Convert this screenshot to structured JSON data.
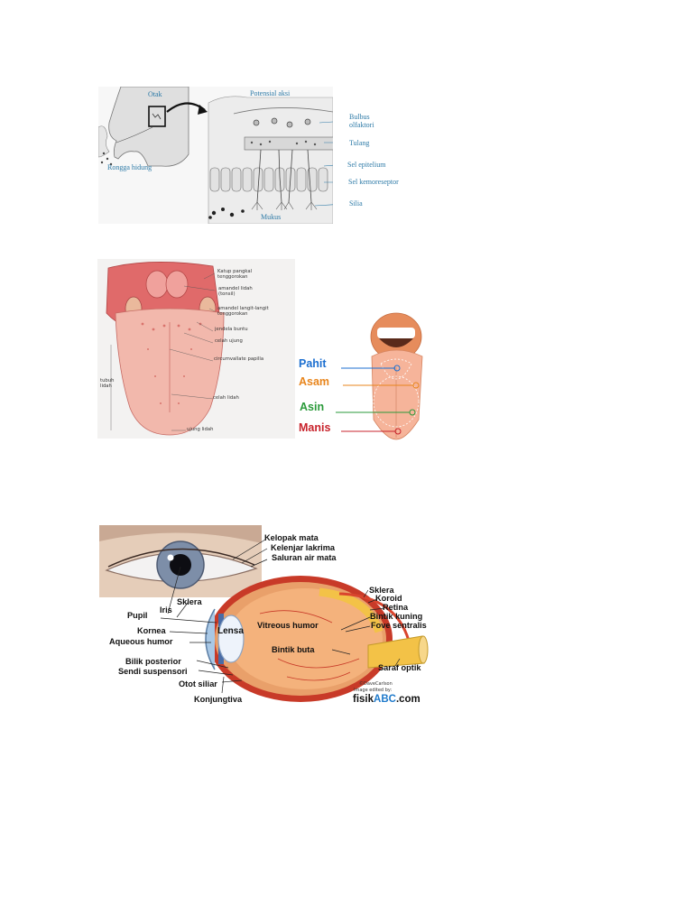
{
  "olfactory": {
    "labels": {
      "otak": "Otak",
      "potensial_aksi": "Potensial aksi",
      "bulbus": "Bulbus olfaktori",
      "tulang": "Tulang",
      "sel_epitelium": "Sel epitelium",
      "sel_kemoreseptor": "Sel kemoreseptor",
      "silia": "Silia",
      "mukus": "Mukus",
      "rongga_hidung": "Rongga hidung"
    }
  },
  "tongue_anatomy": {
    "labels": {
      "katup": "Katup pangkal tenggorokan",
      "amandel": "amandel lidah (tonsil)",
      "amandel_langit": "amandel langit-langit tenggorokan",
      "jendela_buntu": "jendela buntu",
      "celah_ujung": "celah ujung",
      "circumvallate": "circumvallate papilla",
      "tubuh_lidah": "tubuh lidah",
      "celah_lidah": "celah lidah",
      "ujung_lidah": "ujung lidah"
    }
  },
  "taste_zones": {
    "items": [
      {
        "label": "Pahit",
        "color": "#1c6fd0"
      },
      {
        "label": "Asam",
        "color": "#e8851c"
      },
      {
        "label": "Asin",
        "color": "#2a9a3a"
      },
      {
        "label": "Manis",
        "color": "#c8232c"
      }
    ]
  },
  "eye_anatomy": {
    "labels": {
      "kelopak_mata": "Kelopak mata",
      "kelenjar_lakrima": "Kelenjar lakrima",
      "saluran_air_mata": "Saluran air mata",
      "sklera_right": "Sklera",
      "koroid": "Koroid",
      "retina": "Retina",
      "bintik_kuning": "Bintik kuning",
      "fove_sentralis": "Fove sentralis",
      "sklera_left": "Sklera",
      "iris": "Iris",
      "pupil": "Pupil",
      "kornea": "Kornea",
      "aqueous_humor": "Aqueous humor",
      "lensa": "Lensa",
      "vitreous_humor": "Vitreous humor",
      "bintik_buta": "Bintik buta",
      "saraf_optik": "Saraf optik",
      "bilik_posterior": "Bilik posterior",
      "sendi_suspensori": "Sendi suspensori",
      "otot_siliar": "Otot siliar",
      "konjungtiva": "Konjungtiva"
    },
    "credit": {
      "copyright": "©DaveCarlson",
      "edited_by": "Image edited by:",
      "site_prefix": "fisik",
      "site_accent": "ABC",
      "site_suffix": ".com"
    }
  }
}
